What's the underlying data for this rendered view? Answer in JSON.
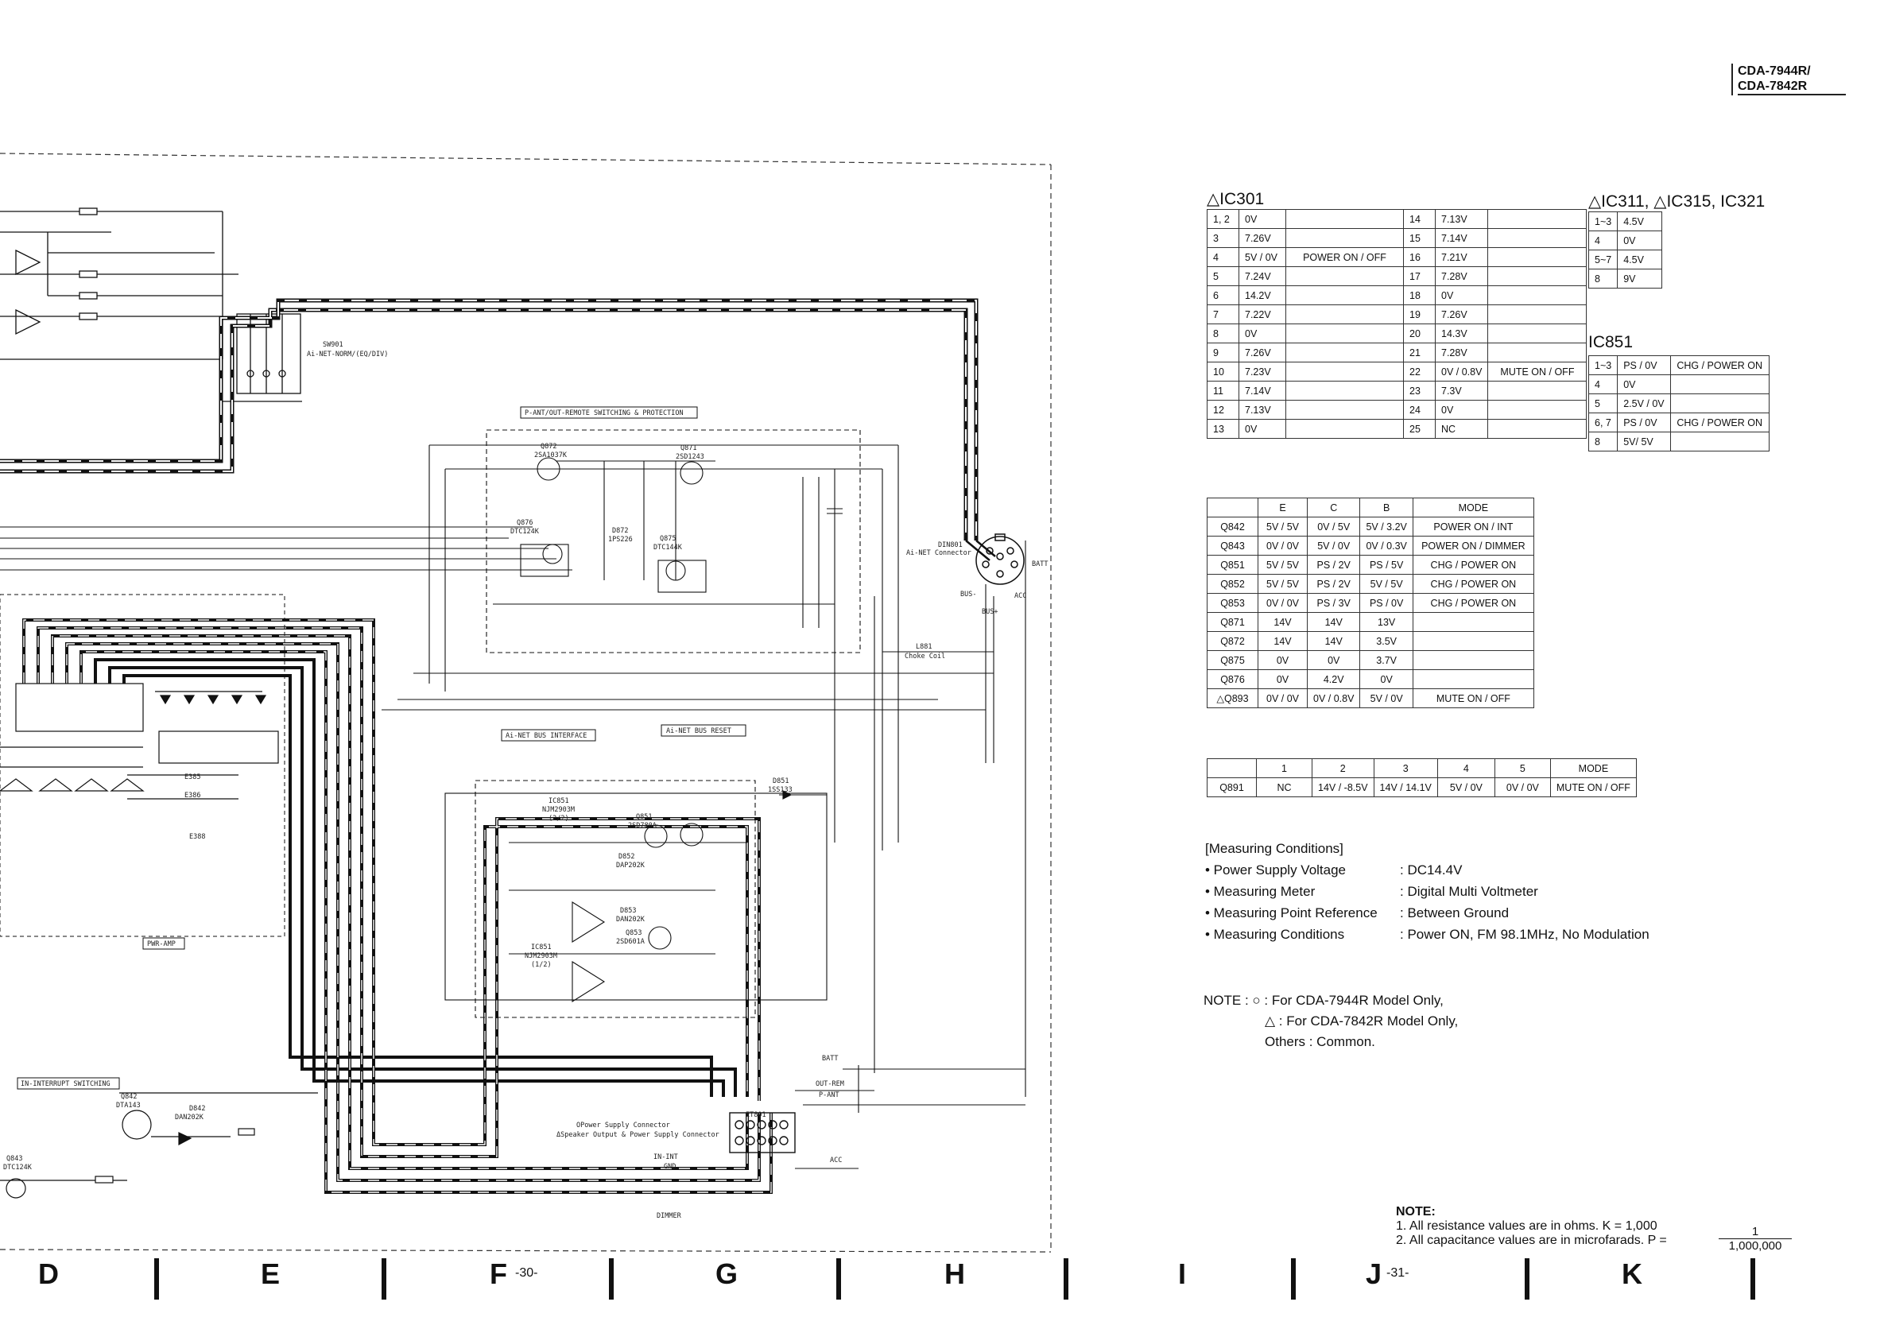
{
  "model": {
    "line1": "CDA-7944R/",
    "line2": "CDA-7842R"
  },
  "schematic": {
    "labels": {
      "sw901": "SW901",
      "sw901_desc": "Ai-NET-NORM/(EQ/DIV)",
      "p_ant_box": "P-ANT/OUT-REMOTE SWITCHING & PROTECTION",
      "ainet_bus_box": "Ai-NET BUS INTERFACE",
      "ainet_reset_box": "Ai-NET BUS RESET",
      "din801": "DIN801",
      "din801_desc": "Ai-NET Connector",
      "batt": "BATT",
      "acc": "ACC",
      "bus_minus": "BUS-",
      "bus_plus": "BUS+",
      "l881": "L881",
      "choke": "Choke Coil",
      "pwr_amp": "PWR-AMP",
      "in_interrupt": "IN-INTERRUPT SWITCHING",
      "et801": "ET801",
      "et801_desc1": "OPower Supply Connector",
      "et801_desc2": "ΔSpeaker Output & Power Supply Connector",
      "out_rem": "OUT-REM",
      "p_ant": "P-ANT",
      "in_int": "IN-INT",
      "gnd": "GND",
      "dimmer": "DIMMER",
      "batt2": "BATT",
      "acc2": "ACC",
      "q872": "Q872",
      "q872_part": "2SA1037K",
      "q871": "Q871",
      "q871_part": "2SD1243",
      "q876": "Q876",
      "q876_part": "DTC124K",
      "q875": "Q875",
      "q875_part": "DTC144K",
      "d872": "D872",
      "d872_part": "1PS226",
      "ic851a": "IC851",
      "ic851a_part": "NJM2903M",
      "ic851a_unit": "(2/2)",
      "ic851b": "IC851",
      "ic851b_part": "NJM2903M",
      "ic851b_unit": "(1/2)",
      "q851": "Q851",
      "q851_part": "2SD780A",
      "q853": "Q853",
      "q853_part": "2SD601A",
      "d852": "D852",
      "d852_part": "DAP202K",
      "d853": "D853",
      "d853_part": "DAN202K",
      "d851": "D851",
      "d851_part": "1SS133",
      "q842": "Q842",
      "q842_part": "DTA143",
      "d842": "D842",
      "d842_part": "DAN202K",
      "q843": "Q843",
      "q843_part": "DTC124K",
      "e388": "E388",
      "e385": "E385",
      "e386": "E386"
    }
  },
  "ic301": {
    "title": "△IC301",
    "rows": [
      [
        "1, 2",
        "0V",
        "",
        "14",
        "7.13V",
        ""
      ],
      [
        "3",
        "7.26V",
        "",
        "15",
        "7.14V",
        ""
      ],
      [
        "4",
        "5V / 0V",
        "POWER ON / OFF",
        "16",
        "7.21V",
        ""
      ],
      [
        "5",
        "7.24V",
        "",
        "17",
        "7.28V",
        ""
      ],
      [
        "6",
        "14.2V",
        "",
        "18",
        "0V",
        ""
      ],
      [
        "7",
        "7.22V",
        "",
        "19",
        "7.26V",
        ""
      ],
      [
        "8",
        "0V",
        "",
        "20",
        "14.3V",
        ""
      ],
      [
        "9",
        "7.26V",
        "",
        "21",
        "7.28V",
        ""
      ],
      [
        "10",
        "7.23V",
        "",
        "22",
        "0V / 0.8V",
        "MUTE ON / OFF"
      ],
      [
        "11",
        "7.14V",
        "",
        "23",
        "7.3V",
        ""
      ],
      [
        "12",
        "7.13V",
        "",
        "24",
        "0V",
        ""
      ],
      [
        "13",
        "0V",
        "",
        "25",
        "NC",
        ""
      ]
    ]
  },
  "ic311": {
    "title": "△IC311, △IC315, IC321",
    "rows": [
      [
        "1~3",
        "4.5V"
      ],
      [
        "4",
        "0V"
      ],
      [
        "5~7",
        "4.5V"
      ],
      [
        "8",
        "9V"
      ]
    ]
  },
  "ic851": {
    "title": "IC851",
    "rows": [
      [
        "1~3",
        "PS / 0V",
        "CHG / POWER ON"
      ],
      [
        "4",
        "0V",
        ""
      ],
      [
        "5",
        "2.5V / 0V",
        ""
      ],
      [
        "6, 7",
        "PS / 0V",
        "CHG / POWER ON"
      ],
      [
        "8",
        "5V/ 5V",
        ""
      ]
    ]
  },
  "transistors": {
    "headers": [
      "",
      "E",
      "C",
      "B",
      "MODE"
    ],
    "rows": [
      [
        "Q842",
        "5V / 5V",
        "0V / 5V",
        "5V / 3.2V",
        "POWER ON / INT"
      ],
      [
        "Q843",
        "0V / 0V",
        "5V / 0V",
        "0V / 0.3V",
        "POWER ON / DIMMER"
      ],
      [
        "Q851",
        "5V / 5V",
        "PS / 2V",
        "PS / 5V",
        "CHG / POWER ON"
      ],
      [
        "Q852",
        "5V / 5V",
        "PS / 2V",
        "5V / 5V",
        "CHG / POWER ON"
      ],
      [
        "Q853",
        "0V / 0V",
        "PS / 3V",
        "PS / 0V",
        "CHG / POWER ON"
      ],
      [
        "Q871",
        "14V",
        "14V",
        "13V",
        ""
      ],
      [
        "Q872",
        "14V",
        "14V",
        "3.5V",
        ""
      ],
      [
        "Q875",
        "0V",
        "0V",
        "3.7V",
        ""
      ],
      [
        "Q876",
        "0V",
        "4.2V",
        "0V",
        ""
      ],
      [
        "△Q893",
        "0V / 0V",
        "0V / 0.8V",
        "5V / 0V",
        "MUTE ON / OFF"
      ]
    ]
  },
  "q891": {
    "headers": [
      "",
      "1",
      "2",
      "3",
      "4",
      "5",
      "MODE"
    ],
    "row": [
      "Q891",
      "NC",
      "14V / -8.5V",
      "14V / 14.1V",
      "5V / 0V",
      "0V / 0V",
      "MUTE ON / OFF"
    ]
  },
  "measuring": {
    "title": "[Measuring Conditions]",
    "items": [
      {
        "label": "• Power Supply Voltage",
        "value": ": DC14.4V"
      },
      {
        "label": "• Measuring Meter",
        "value": ": Digital Multi Voltmeter"
      },
      {
        "label": "• Measuring Point Reference",
        "value": ": Between Ground"
      },
      {
        "label": "• Measuring Conditions",
        "value": ": Power ON, FM  98.1MHz, No Modulation"
      }
    ]
  },
  "note_models": {
    "prefix": "NOTE  :",
    "line1": "○ : For CDA-7944R Model Only,",
    "line2": "△ : For CDA-7842R Model Only,",
    "line3": "Others : Common."
  },
  "note_values": {
    "title": "NOTE:",
    "line1": "1.  All resistance values are in ohms.  K = 1,000",
    "line2": "2.  All capacitance values are in microfarads.  P =",
    "frac_num": "1",
    "frac_den": "1,000,000"
  },
  "footer": {
    "letters": [
      "D",
      "E",
      "F",
      "G",
      "H",
      "I",
      "J",
      "K"
    ],
    "page_left": "-30-",
    "page_right": "-31-"
  }
}
